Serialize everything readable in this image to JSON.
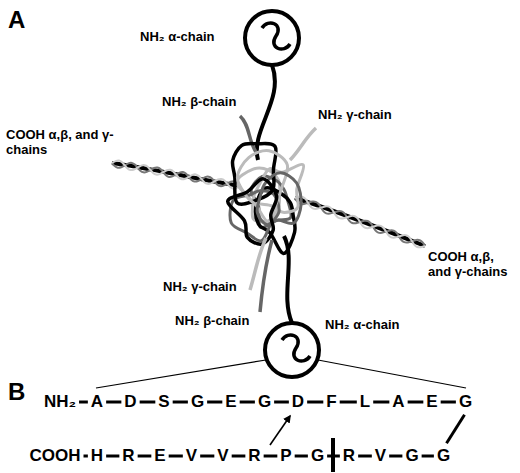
{
  "diagram": {
    "labels": [
      "A",
      "NH₂ α-chain",
      "NH₂ β-chain",
      "NH₂ γ-chain",
      "COOH α,β, and γ-chains",
      "COOH α,β, and γ-chains",
      "NH₂ γ-chain",
      "NH₂ β-chain",
      "NH₂ α-chain",
      "B",
      "NH₂",
      "A",
      "D",
      "S",
      "G",
      "E",
      "G",
      "D",
      "F",
      "L",
      "A",
      "E",
      "G",
      "COOH",
      "H",
      "R",
      "E",
      "V",
      "V",
      "R",
      "P",
      "G",
      "R",
      "V",
      "G",
      "G"
    ]
  }
}
